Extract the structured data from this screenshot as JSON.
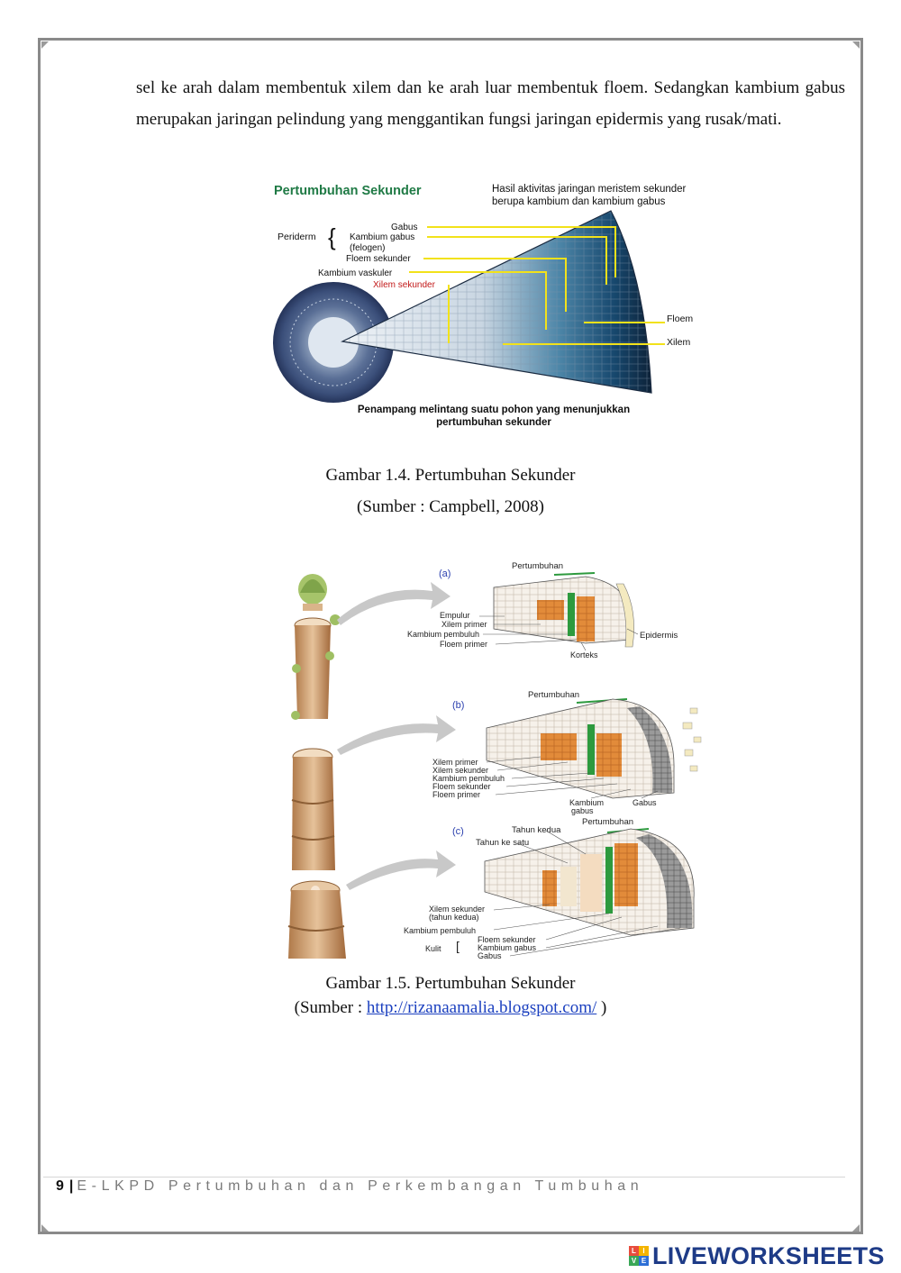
{
  "paragraph": "sel ke arah dalam membentuk xilem dan ke arah luar membentuk floem. Sedangkan kambium gabus merupakan jaringan pelindung yang menggantikan fungsi jaringan epidermis yang rusak/mati.",
  "figure1": {
    "title": "Pertumbuhan Sekunder",
    "note_line1": "Hasil aktivitas jaringan meristem sekunder",
    "note_line2": "berupa kambium dan kambium gabus",
    "periderm": "Periderm",
    "gabus": "Gabus",
    "kambium_gabus": "Kambium gabus",
    "felogen": "(felogen)",
    "floem_sekunder": "Floem sekunder",
    "kambium_vaskuler": "Kambium vaskuler",
    "xilem_sekunder": "Xilem sekunder",
    "floem": "Floem",
    "xilem": "Xilem",
    "bottom_line1": "Penampang melintang suatu pohon yang menunjukkan",
    "bottom_line2": "pertumbuhan sekunder"
  },
  "caption1": {
    "title": "Gambar 1.4. Pertumbuhan Sekunder",
    "source": "(Sumber : Campbell, 2008)"
  },
  "figure2": {
    "a": "(a)",
    "b": "(b)",
    "c": "(c)",
    "pertumbuhan": "Pertumbuhan",
    "a_labels": [
      "Empulur",
      "Xilem primer",
      "Kambium pembuluh",
      "Floem primer"
    ],
    "epidermis": "Epidermis",
    "korteks": "Korteks",
    "b_labels": [
      "Xilem primer",
      "Xilem sekunder",
      "Kambium pembuluh",
      "Floem sekunder",
      "Floem primer"
    ],
    "kambium_gabus_l1": "Kambium",
    "kambium_gabus_l2": "gabus",
    "gabus": "Gabus",
    "tahun_kedua": "Tahun kedua",
    "tahun_ke_satu": "Tahun ke satu",
    "c_xilem_l1": "Xilem sekunder",
    "c_xilem_l2": "(tahun kedua)",
    "c_kambium": "Kambium pembuluh",
    "kulit": "Kulit",
    "c_labels": [
      "Floem sekunder",
      "Kambium gabus",
      "Gabus"
    ]
  },
  "caption2": {
    "title": "Gambar 1.5. Pertumbuhan Sekunder",
    "source_prefix": "(Sumber : ",
    "link": "http://rizanaamalia.blogspot.com/",
    "source_suffix": " )"
  },
  "footer": {
    "page": "9",
    "bar": "|",
    "title": "E-LKPD Pertumbuhan dan Perkembangan Tumbuhan"
  },
  "watermark": {
    "text": "LIVEWORKSHEETS",
    "logo_letters": [
      "L",
      "I",
      "V",
      "E"
    ],
    "logo_colors": [
      "#e84c3d",
      "#f4b400",
      "#3aa757",
      "#2d6fd6"
    ]
  }
}
